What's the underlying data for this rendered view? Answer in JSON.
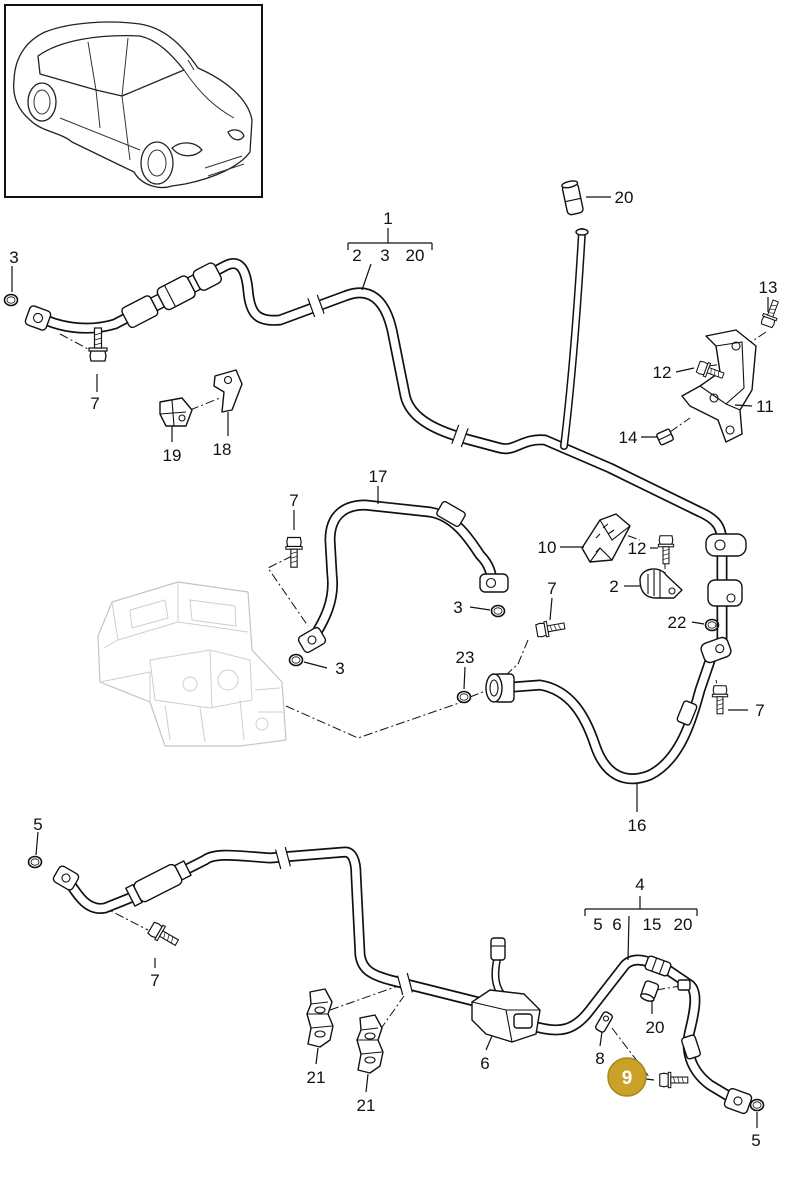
{
  "diagram": {
    "assemblies": [
      {
        "number": "1",
        "parts": [
          "2",
          "3",
          "20"
        ]
      },
      {
        "number": "4",
        "parts": [
          "5",
          "6",
          "15",
          "20"
        ]
      }
    ],
    "callouts": [
      "20",
      "3",
      "7",
      "13",
      "12",
      "11",
      "14",
      "18",
      "19",
      "17",
      "7",
      "10",
      "12",
      "2",
      "7",
      "3",
      "22",
      "3",
      "23",
      "7",
      "16",
      "5",
      "7",
      "20",
      "6",
      "8",
      "21",
      "21",
      "5"
    ],
    "highlighted_callout": "9",
    "highlight_color": "#c9a227"
  }
}
